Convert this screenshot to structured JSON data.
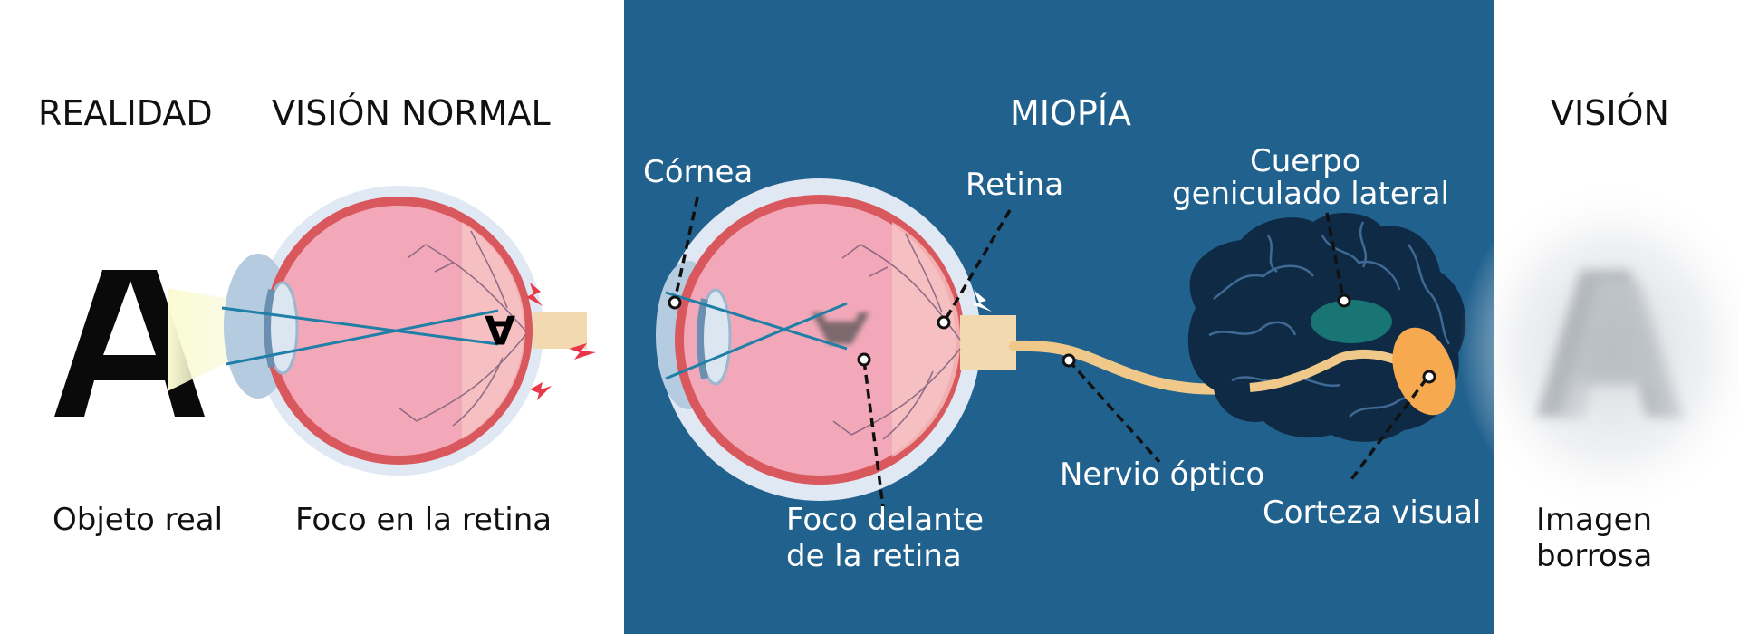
{
  "sections": {
    "reality": {
      "title": "REALIDAD",
      "caption": "Objeto real"
    },
    "normal": {
      "title": "VISIÓN NORMAL",
      "caption": "Foco en la retina"
    },
    "myopia": {
      "title": "MIOPÍA"
    },
    "vision": {
      "title": "VISIÓN",
      "caption_line1": "Imagen",
      "caption_line2": "borrosa"
    }
  },
  "labels": {
    "cornea": "Córnea",
    "retina": "Retina",
    "lgn_line1": "Cuerpo",
    "lgn_line2": "geniculado lateral",
    "optic_nerve": "Nervio óptico",
    "focus_line1": "Foco delante",
    "focus_line2": "de la retina",
    "visual_cortex": "Corteza visual"
  },
  "letters": {
    "object": "A",
    "retina_image": "A",
    "blurred": "A"
  },
  "colors": {
    "panel_blue": "#21618e",
    "eye_pink": "#f2a8b8",
    "sclera": "#dfe8f3",
    "ray_blue": "#1f7fa6",
    "nerve": "#f0c98a",
    "brain_dark": "#0f2a44",
    "cortex_orange": "#f7a94f",
    "lgn_teal": "#1a7d7a",
    "signal_red": "#e8384a"
  }
}
